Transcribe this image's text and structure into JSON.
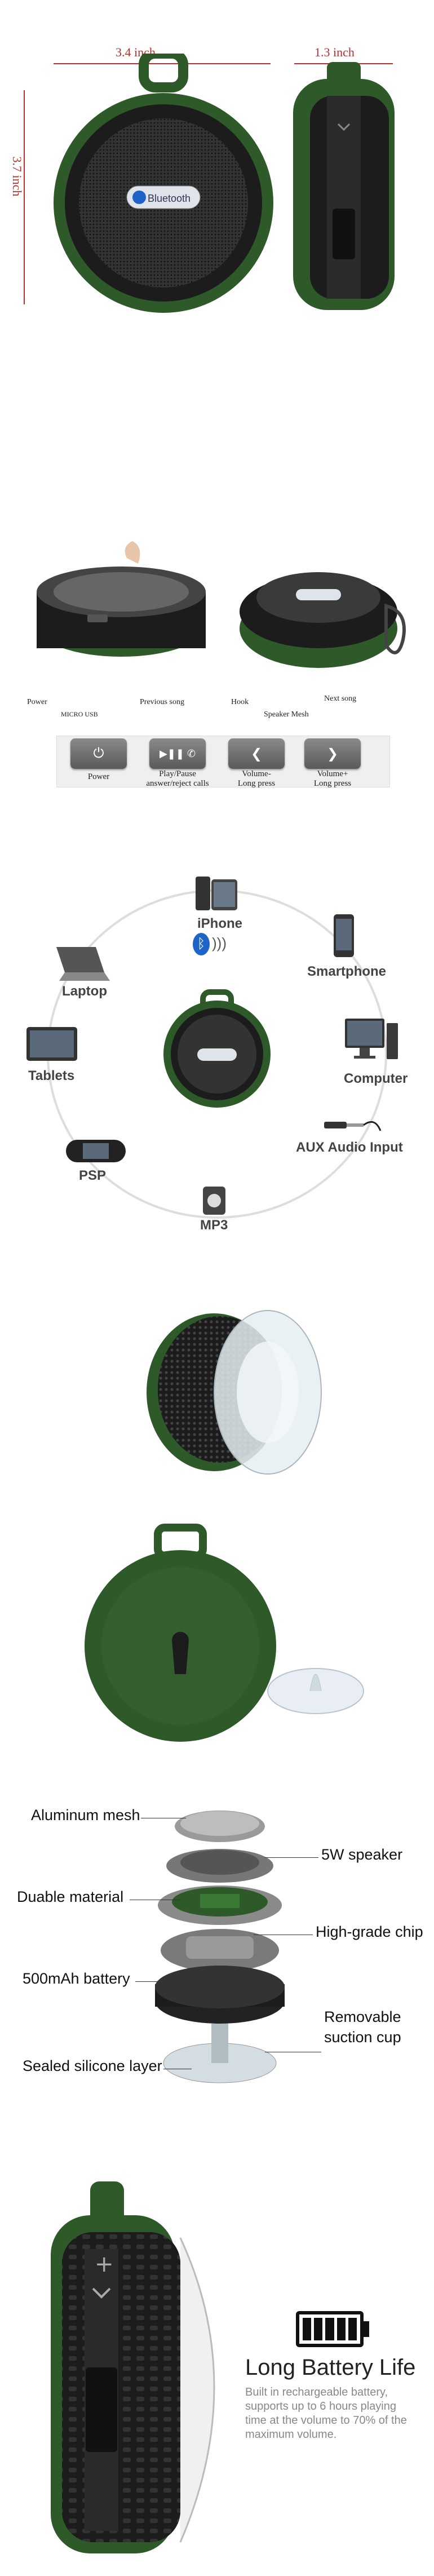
{
  "dimensions": {
    "width_label": "3.4 inch",
    "depth_label": "1.3 inch",
    "height_label": "3.7 inch"
  },
  "speaker": {
    "badge_text": "Bluetooth"
  },
  "ports": {
    "labels": {
      "power": "Power",
      "micro_usb": "MICRO USB",
      "previous_song": "Previous song",
      "hook": "Hook",
      "speaker_mesh": "Speaker Mesh",
      "next_song": "Next song"
    }
  },
  "controls": [
    {
      "icon": "power-icon",
      "caption": "Power"
    },
    {
      "icon": "play-pause-phone-icon",
      "caption": "Play/Pause\nanswer/reject calls"
    },
    {
      "icon": "chevron-left-icon",
      "caption": "Volume-\nLong press"
    },
    {
      "icon": "chevron-right-icon",
      "caption": "Volume+\nLong press"
    }
  ],
  "compatibility": {
    "devices": {
      "iphone": "iPhone",
      "smartphone": "Smartphone",
      "laptop": "Laptop",
      "tablets": "Tablets",
      "computer": "Computer",
      "psp": "PSP",
      "aux": "AUX Audio Input",
      "mp3": "MP3"
    }
  },
  "exploded": {
    "aluminum_mesh": "Aluminum mesh",
    "speaker_5w": "5W speaker",
    "durable": "Duable material",
    "chip": "High-grade chip",
    "battery": "500mAh battery",
    "suction": "Removable\nsuction cup",
    "silicone": "Sealed silicone layer"
  },
  "battery": {
    "title": "Long Battery Life",
    "text": "Built in rechargeable battery,\nsupports up to 6 hours playing\ntime at the volume to 70% of the\nmaximum volume."
  },
  "colors": {
    "body_green": "#2e5a2a",
    "dark": "#1c1c1c",
    "dimension_red": "#b5302f",
    "bluetooth_blue": "#1e64c8"
  }
}
